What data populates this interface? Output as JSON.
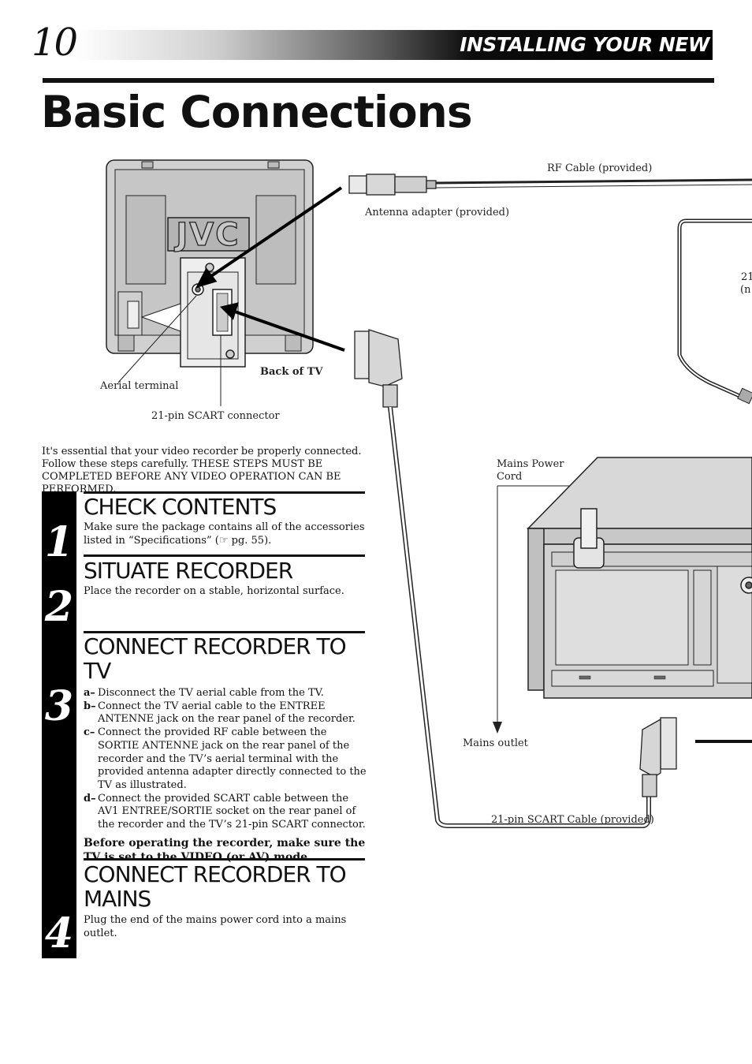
{
  "header": {
    "page_number": "10",
    "section_title": "INSTALLING YOUR NEW RECORDER",
    "page_title": "Basic Connections"
  },
  "diagram": {
    "brand_logo": "JVC",
    "labels": {
      "rf_cable": "RF Cable (provided)",
      "antenna_adapter": "Antenna adapter (provided)",
      "back_of_tv": "Back of TV",
      "aerial_terminal": "Aerial terminal",
      "scart_connector": "21-pin SCART connector",
      "cut_line1": "21",
      "cut_line2": "(n",
      "mains_power_cord_1": "Mains Power",
      "mains_power_cord_2": "Cord",
      "mains_outlet": "Mains outlet",
      "scart_cable": "21-pin SCART Cable (provided)"
    }
  },
  "intro": "It's essential that your video recorder be properly connected. Follow these steps carefully. THESE STEPS MUST BE COMPLETED BEFORE ANY VIDEO OPERATION CAN BE PERFORMED.",
  "steps": [
    {
      "number": "1",
      "heading": "CHECK CONTENTS",
      "body": "Make sure the package contains all of the accessories listed in “Specifications” (☞ pg. 55)."
    },
    {
      "number": "2",
      "heading": "SITUATE RECORDER",
      "body": "Place the recorder on a stable, horizontal surface."
    },
    {
      "number": "3",
      "heading": "CONNECT RECORDER TO TV",
      "items": [
        {
          "key": "a–",
          "text": "Disconnect the TV aerial cable from the TV."
        },
        {
          "key": "b–",
          "text": "Connect the TV aerial cable to the ENTREE ANTENNE jack on the rear panel of the recorder."
        },
        {
          "key": "c–",
          "text": "Connect the provided RF cable between the SORTIE ANTENNE jack on the rear panel of the recorder and the TV’s aerial terminal with the provided antenna adapter directly connected to the TV as illustrated."
        },
        {
          "key": "d–",
          "text": "Connect the provided SCART cable between the AV1 ENTREE/SORTIE socket on the rear panel of the recorder and the TV’s 21-pin SCART connector."
        }
      ],
      "note": "Before operating the recorder, make sure the TV is set to the VIDEO (or AV) mode."
    },
    {
      "number": "4",
      "heading": "CONNECT RECORDER TO MAINS",
      "body": "Plug the end of the mains power cord into a mains outlet."
    }
  ]
}
